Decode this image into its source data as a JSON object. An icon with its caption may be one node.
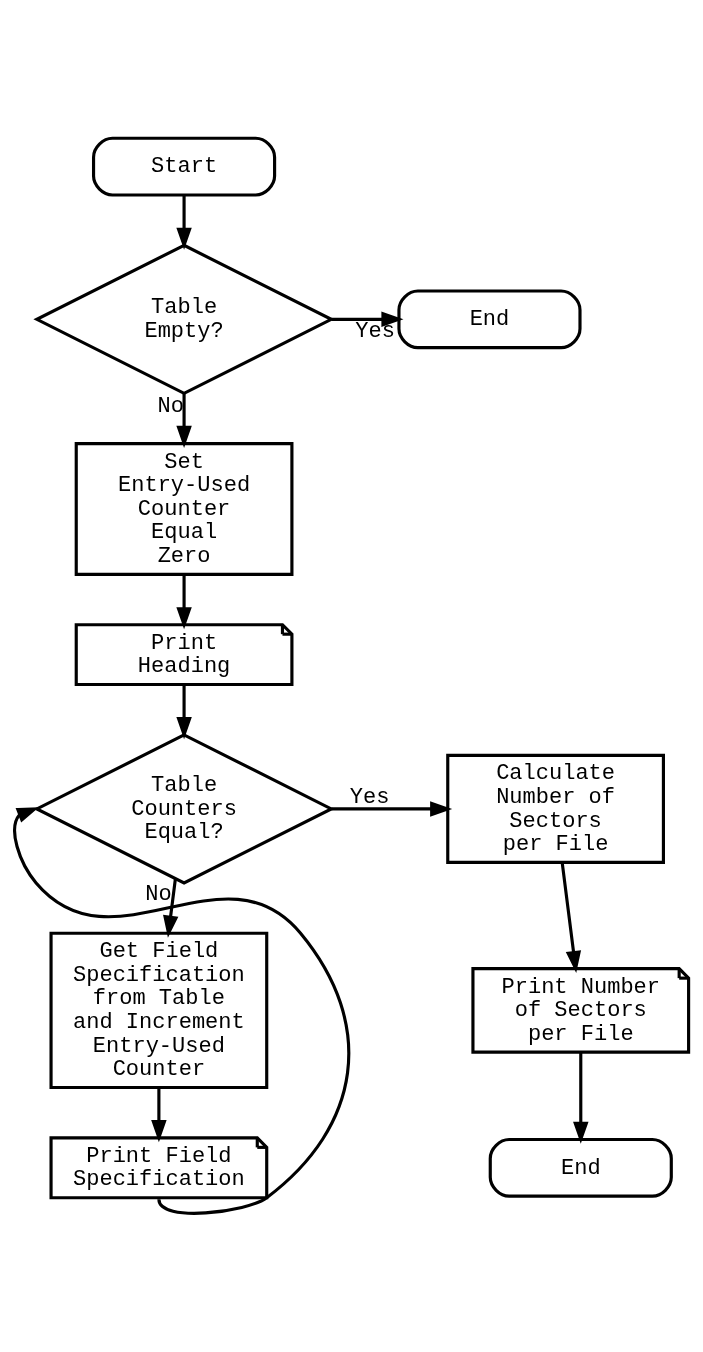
{
  "diagram": {
    "nodes": [
      {
        "text": [
          "Start"
        ]
      },
      {
        "text": [
          "Table Empty?"
        ]
      },
      {
        "text": [
          "End"
        ]
      },
      {
        "text": [
          "Set Entry-Used Counter Equal Zero"
        ]
      },
      {
        "text": [
          "Print Heading"
        ]
      },
      {
        "text": [
          "Table Counters Equal?"
        ]
      },
      {
        "text": [
          "Calculate Number of Sectors per File"
        ]
      },
      {
        "text": [
          "Get Field Specification from Table and Increment Entry-Used Counter"
        ]
      },
      {
        "text": [
          "Print Number of Sectors per File"
        ]
      },
      {
        "text": [
          "Print Field Specification"
        ]
      },
      {
        "text": [
          "End"
        ]
      }
    ],
    "edges": [
      {
        "from": 0,
        "to": 1,
        "arrow": "to"
      },
      {
        "from": 1,
        "to": 2,
        "arrow": "to",
        "label": "Yes"
      },
      {
        "from": 1,
        "to": 3,
        "arrow": "to",
        "label": "No"
      },
      {
        "from": 3,
        "to": 4,
        "arrow": "to"
      },
      {
        "from": 4,
        "to": 5,
        "arrow": "to"
      },
      {
        "from": 5,
        "to": 6,
        "arrow": "to",
        "label": "Yes"
      },
      {
        "from": 5,
        "to": 7,
        "arrow": "to",
        "label": "No"
      },
      {
        "from": 6,
        "to": 8,
        "arrow": "to"
      },
      {
        "from": 7,
        "to": 9,
        "arrow": "to"
      },
      {
        "from": 8,
        "to": 10,
        "arrow": "to"
      },
      {
        "from": 9,
        "to": 5,
        "arrow": "to"
      }
    ]
  }
}
